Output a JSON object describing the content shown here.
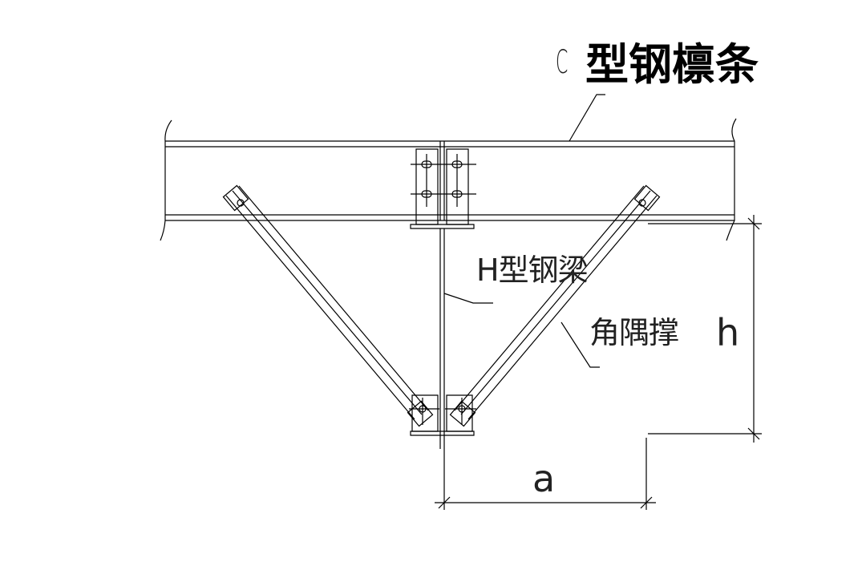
{
  "labels": {
    "c_prefix": "C",
    "purlin": "型钢檩条",
    "h_beam": "H型钢梁",
    "corner_brace": "角隅撑",
    "dim_h": "h",
    "dim_a": "a"
  },
  "colors": {
    "line": "#000000",
    "background": "#ffffff"
  }
}
